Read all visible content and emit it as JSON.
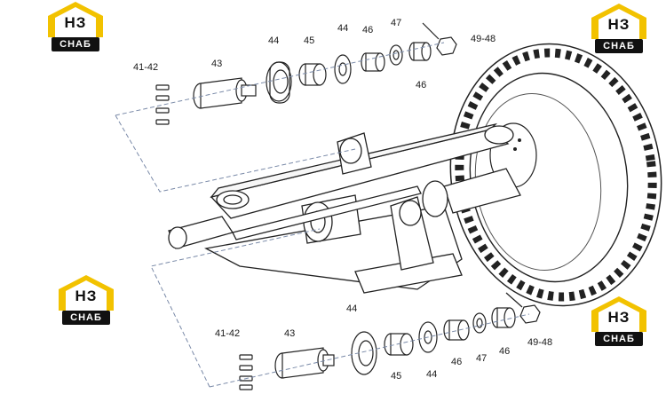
{
  "logo": {
    "brand_text": "НЗ",
    "caption": "СНАБ",
    "accent_color": "#f2c200",
    "dark_color": "#111111"
  },
  "colors": {
    "line": "#222222",
    "leader": "#7a8aa8",
    "tire": "#1f1f1f",
    "fill": "#ffffff"
  },
  "labels": {
    "top": {
      "c41_42": "41-42",
      "c43": "43",
      "c44a": "44",
      "c45": "45",
      "c44b": "44",
      "c46a": "46",
      "c47": "47",
      "c49_48": "49-48",
      "c46b": "46"
    },
    "bottom": {
      "c41_42": "41-42",
      "c43": "43",
      "c44a": "44",
      "c45": "45",
      "c44b": "44",
      "c46a": "46",
      "c47": "47",
      "c46b": "46",
      "c49_48": "49-48"
    }
  }
}
